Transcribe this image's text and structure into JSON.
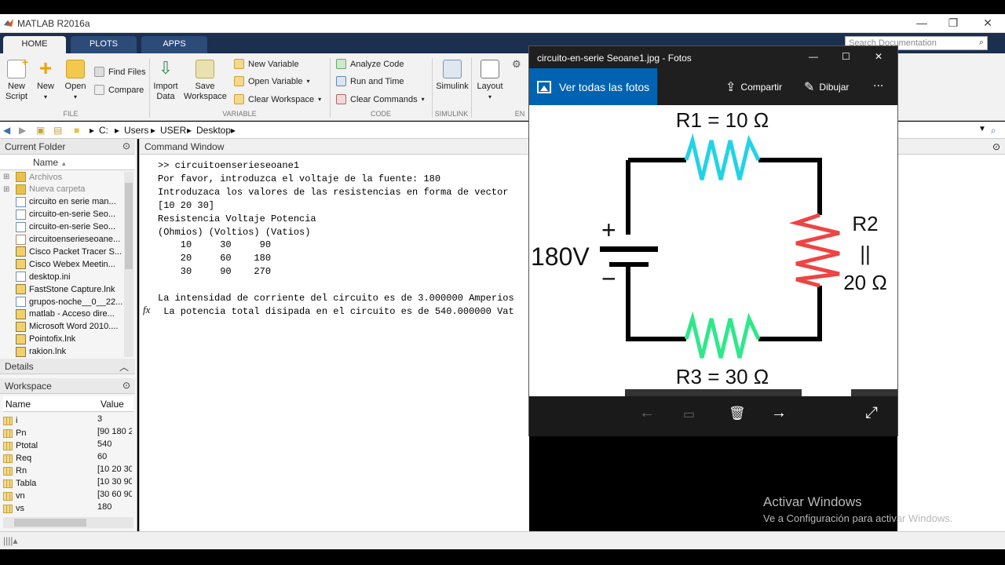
{
  "window": {
    "title": "MATLAB R2016a"
  },
  "ribbon_tabs": [
    {
      "label": "HOME"
    },
    {
      "label": "PLOTS"
    },
    {
      "label": "APPS"
    }
  ],
  "ribbon": {
    "new_script": "New\nScript",
    "new": "New",
    "open": "Open",
    "find_files": "Find Files",
    "compare": "Compare",
    "import_data": "Import\nData",
    "save_workspace": "Save\nWorkspace",
    "new_variable": "New Variable",
    "open_variable": "Open Variable",
    "clear_workspace": "Clear Workspace",
    "analyze_code": "Analyze Code",
    "run_and_time": "Run and Time",
    "clear_commands": "Clear Commands",
    "simulink": "Simulink",
    "layout": "Layout",
    "sections": {
      "file": "FILE",
      "variable": "VARIABLE",
      "code": "CODE",
      "simulink": "SIMULINK",
      "env": "EN"
    }
  },
  "search": {
    "placeholder": "Search Documentation"
  },
  "path": {
    "drive": "C:",
    "parts": [
      "Users",
      "USER",
      "Desktop"
    ]
  },
  "current_folder": {
    "title": "Current Folder",
    "column": "Name",
    "items": [
      {
        "label": "Archivos",
        "icon": "folder-icon"
      },
      {
        "label": "Nueva carpeta",
        "icon": "folder-icon"
      },
      {
        "label": "circuito en serie man...",
        "icon": "file-icon"
      },
      {
        "label": "circuito-en-serie Seo...",
        "icon": "file-icon"
      },
      {
        "label": "circuito-en-serie Seo...",
        "icon": "file-icon"
      },
      {
        "label": "circuitoenserieseoane...",
        "icon": "mfile-icon"
      },
      {
        "label": "Cisco Packet Tracer S...",
        "icon": "shortcut-icon"
      },
      {
        "label": "Cisco Webex Meetin...",
        "icon": "shortcut-icon"
      },
      {
        "label": "desktop.ini",
        "icon": "file-icon"
      },
      {
        "label": "FastStone Capture.lnk",
        "icon": "shortcut-icon"
      },
      {
        "label": "grupos-noche__0__22...",
        "icon": "file-icon"
      },
      {
        "label": "matlab - Acceso dire...",
        "icon": "shortcut-icon"
      },
      {
        "label": "Microsoft Word 2010....",
        "icon": "shortcut-icon"
      },
      {
        "label": "Pointofix.lnk",
        "icon": "shortcut-icon"
      },
      {
        "label": "rakion.lnk",
        "icon": "shortcut-icon"
      }
    ]
  },
  "details": {
    "title": "Details"
  },
  "workspace": {
    "title": "Workspace",
    "col_name": "Name",
    "col_value": "Value",
    "rows": [
      {
        "name": "i",
        "value": "3"
      },
      {
        "name": "Pn",
        "value": "[90 180 2"
      },
      {
        "name": "Ptotal",
        "value": "540"
      },
      {
        "name": "Req",
        "value": "60"
      },
      {
        "name": "Rn",
        "value": "[10 20 30"
      },
      {
        "name": "Tabla",
        "value": "[10 30 90"
      },
      {
        "name": "vn",
        "value": "[30 60 90"
      },
      {
        "name": "vs",
        "value": "180"
      }
    ]
  },
  "command_window": {
    "title": "Command Window",
    "lines": [
      ">> circuitoenserieseoane1",
      "Por favor, introduzca el voltaje de la fuente: 180",
      "Introduzaca los valores de las resistencias en forma de vector",
      "[10 20 30]",
      "Resistencia Voltaje Potencia",
      "(Ohmios) (Voltios) (Vatios)",
      "    10     30     90",
      "    20     60    180",
      "    30     90    270",
      "",
      "La intensidad de corriente del circuito es de 3.000000 Amperios",
      " La potencia total disipada en el circuito es de 540.000000 Vat"
    ],
    "prompt_icon": "fx"
  },
  "photo_viewer": {
    "title": "circuito-en-serie Seoane1.jpg - Fotos",
    "see_all": "Ver todas las fotos",
    "share": "Compartir",
    "draw": "Dibujar",
    "more": "...",
    "circuit": {
      "r1": "R1 = 10 Ω",
      "r2_name": "R2",
      "r2_eq": "||",
      "r2_value": "20 Ω",
      "r3": "R3 = 30 Ω",
      "source": "180V",
      "plus": "+",
      "minus": "−"
    }
  },
  "activation": {
    "line1": "Activar Windows",
    "line2": "Ve a Configuración para activar Windows."
  },
  "colors": {
    "ribbon_dark": "#1b2f4e",
    "photos_accent": "#0063b1",
    "r1": "#22d3e6",
    "r2": "#ee4444",
    "r3": "#2ee88a"
  }
}
